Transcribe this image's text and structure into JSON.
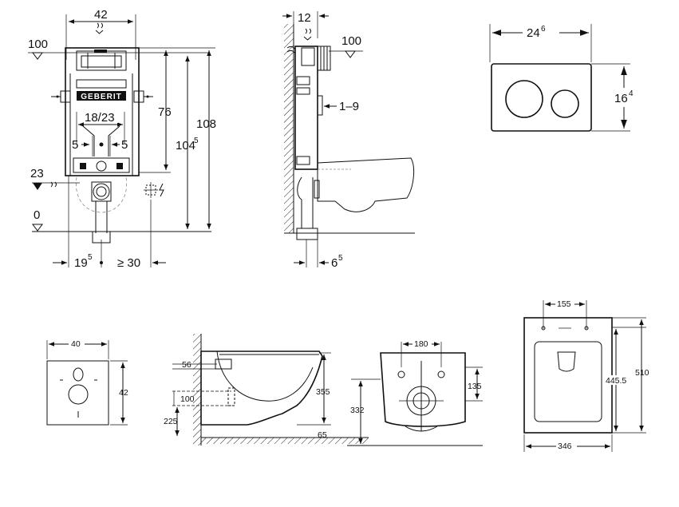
{
  "frame_view": {
    "width_42": "42",
    "level_100": "100",
    "height_76": "76",
    "height_104": "104",
    "height_104_sup": "5",
    "height_108": "108",
    "inner_18_23": "18/23",
    "offset_5_left": "5",
    "offset_5_right": "5",
    "level_23": "23",
    "level_0": "0",
    "dist_19": "19",
    "dist_19_sup": "5",
    "dist_30": "≥ 30",
    "brand": "GEBERIT"
  },
  "side_view": {
    "depth_12": "12",
    "level_100": "100",
    "wall_1_9": "1–9",
    "depth_6": "6",
    "depth_6_sup": "5"
  },
  "plate_view": {
    "width_24": "24",
    "width_24_sup": "6",
    "height_16": "16",
    "height_16_sup": "4"
  },
  "bowl_views": {
    "cover_40": "40",
    "cover_42": "42",
    "dim_56": "56",
    "dim_100": "100",
    "dim_225": "225",
    "dim_355": "355",
    "dim_65": "65",
    "dim_180": "180",
    "dim_135": "135",
    "dim_332": "332",
    "dim_155": "155",
    "dim_445_5": "445.5",
    "dim_510": "510",
    "dim_346": "346"
  }
}
